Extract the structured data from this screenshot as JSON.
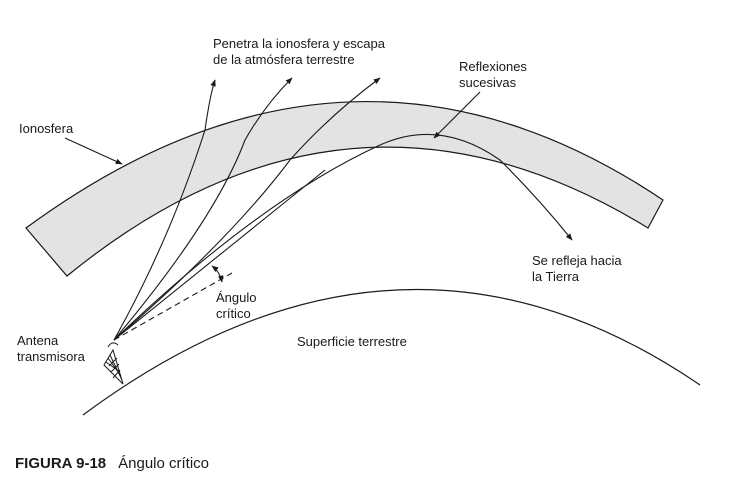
{
  "labels": {
    "penetra": [
      "Penetra la ionosfera y escapa",
      "de la atmósfera terrestre"
    ],
    "reflexiones": [
      "Reflexiones",
      "sucesivas"
    ],
    "ionosfera": "Ionosfera",
    "se_refleja": [
      "Se refleja hacia",
      "la Tierra"
    ],
    "angulo": [
      "Ángulo",
      "crítico"
    ],
    "antena": [
      "Antena",
      "transmisora"
    ],
    "superficie": "Superficie terrestre"
  },
  "caption": {
    "number": "FIGURA 9-18",
    "title": "Ángulo crítico"
  },
  "colors": {
    "ionosphere_fill": "#e3e3e3",
    "stroke": "#1a1a1a",
    "background": "#ffffff"
  }
}
